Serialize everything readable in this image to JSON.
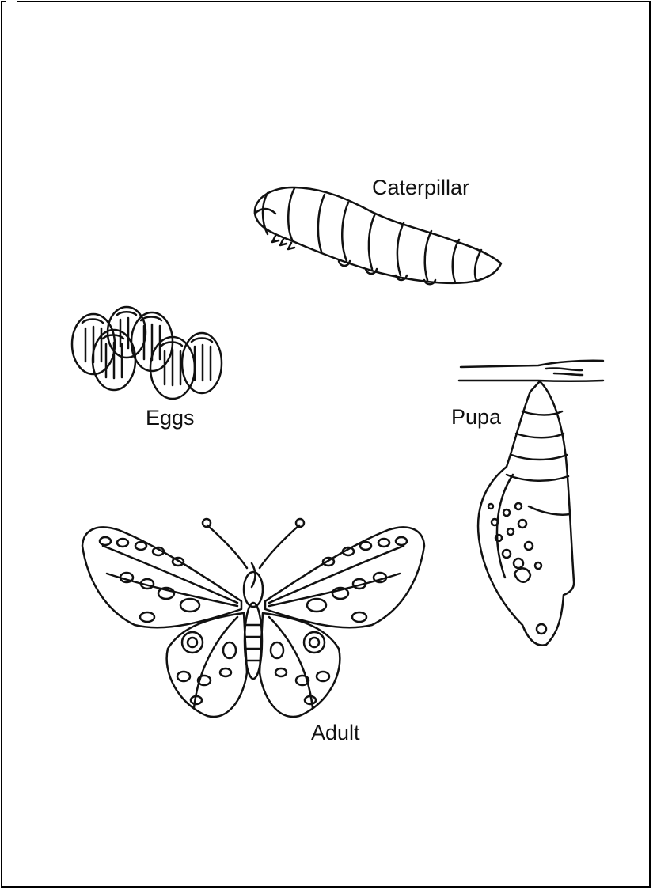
{
  "stages": {
    "caterpillar": "Caterpillar",
    "eggs": "Eggs",
    "pupa": "Pupa",
    "adult": "Adult"
  },
  "colors": {
    "line": "#111111",
    "background": "#ffffff"
  }
}
